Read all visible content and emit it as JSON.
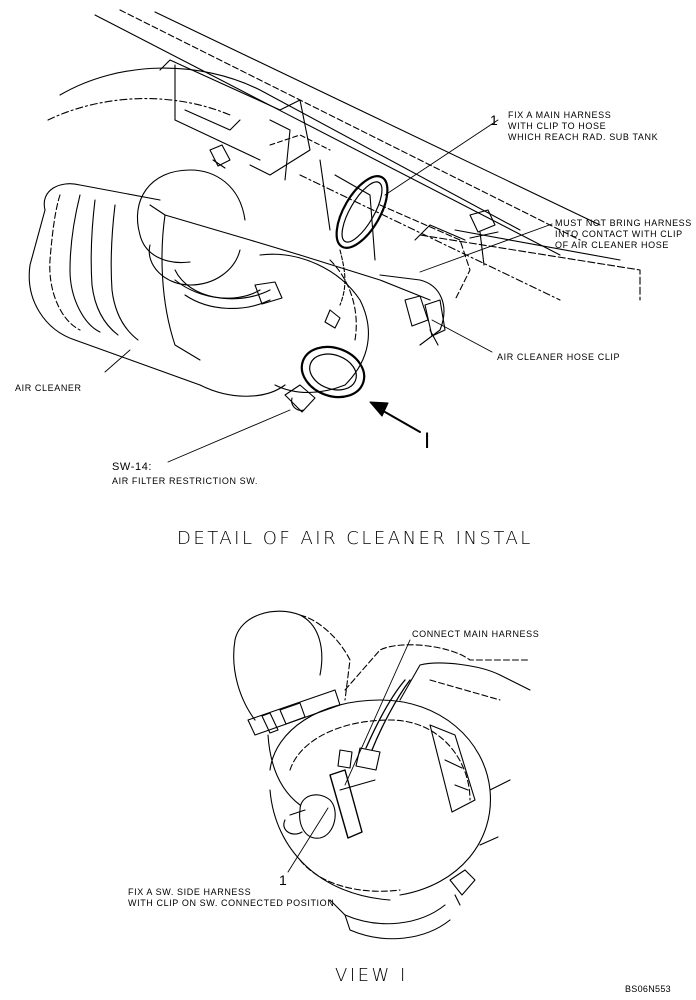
{
  "top_diagram": {
    "callout_main_harness": {
      "number": "1",
      "lines": [
        "FIX A MAIN HARNESS",
        "WITH CLIP TO HOSE",
        "WHICH REACH RAD. SUB TANK"
      ]
    },
    "callout_contact": {
      "lines": [
        "MUST NOT BRING HARNESS",
        "INTO CONTACT WITH CLIP",
        "OF AIR CLEANER HOSE"
      ]
    },
    "hose_clip_label": "AIR CLEANER HOSE CLIP",
    "air_cleaner_label": "AIR CLEANER",
    "switch_label": {
      "code": "SW-14:",
      "desc": "AIR FILTER RESTRICTION SW."
    },
    "view_marker": "I",
    "title": "DETAIL OF AIR CLEANER INSTAL"
  },
  "bottom_diagram": {
    "connect_label": "CONNECT MAIN HARNESS",
    "callout_sw_side": {
      "number": "1",
      "lines": [
        "FIX A SW. SIDE HARNESS",
        "WITH CLIP ON SW. CONNECTED POSITION"
      ]
    },
    "title": "VIEW I"
  },
  "figure_code": "BS06N553"
}
